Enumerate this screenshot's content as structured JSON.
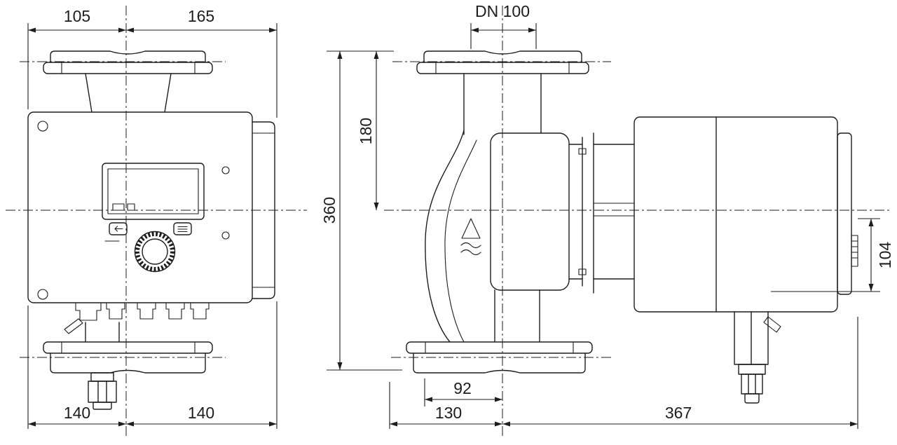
{
  "drawing": {
    "kind": "pump-dimensional-drawing",
    "views": [
      "front",
      "side"
    ],
    "line_color": "#1d1d1b",
    "background": "#ffffff"
  },
  "front_view": {
    "dim_top_left": "105",
    "dim_top_right": "165",
    "dim_bottom_left": "140",
    "dim_bottom_right": "140"
  },
  "side_view": {
    "dim_nominal": "DN 100",
    "dim_total_height": "360",
    "dim_flange_height": "180",
    "dim_knob_height": "104",
    "dim_volute_offset": "92",
    "dim_base_left": "130",
    "dim_base_right": "367"
  }
}
